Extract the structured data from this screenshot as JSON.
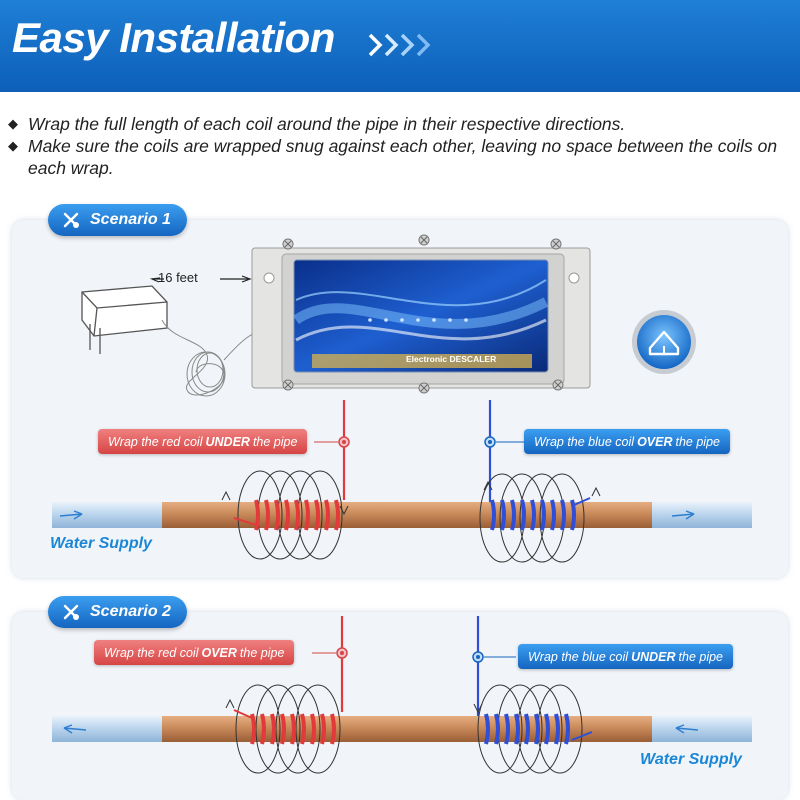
{
  "banner": {
    "title": "Easy Installation",
    "color_top": "#1f7fd6",
    "color_bottom": "#0d5fb8"
  },
  "instructions": {
    "bullets": [
      "Wrap the full length of each coil around the pipe in their respective directions.",
      "Make sure the coils are wrapped snug against each other, leaving no space between the coils on each wrap."
    ]
  },
  "scenario1": {
    "title": "Scenario 1",
    "cable_length": "16 feet",
    "device_brand": "Electronic DESCALER",
    "red_label": {
      "pre": "Wrap the red coil",
      "emph": "UNDER",
      "post": "the pipe"
    },
    "blue_label": {
      "pre": "Wrap the blue coil",
      "emph": "OVER",
      "post": "the pipe"
    },
    "water_label": "Water Supply"
  },
  "scenario2": {
    "title": "Scenario 2",
    "red_label": {
      "pre": "Wrap the red coil",
      "emph": "OVER",
      "post": "the pipe"
    },
    "blue_label": {
      "pre": "Wrap the blue coil",
      "emph": "UNDER",
      "post": "the pipe"
    },
    "water_label": "Water Supply"
  },
  "colors": {
    "red_coil": "#e23a3a",
    "blue_coil": "#2f4fd8",
    "pipe": "#c98a5a",
    "accent_blue": "#1565c0"
  },
  "icons": [
    "chevrons-right-icon",
    "wrench-screwdriver-icon",
    "power-adapter-icon",
    "home-icon",
    "screw-icon"
  ]
}
